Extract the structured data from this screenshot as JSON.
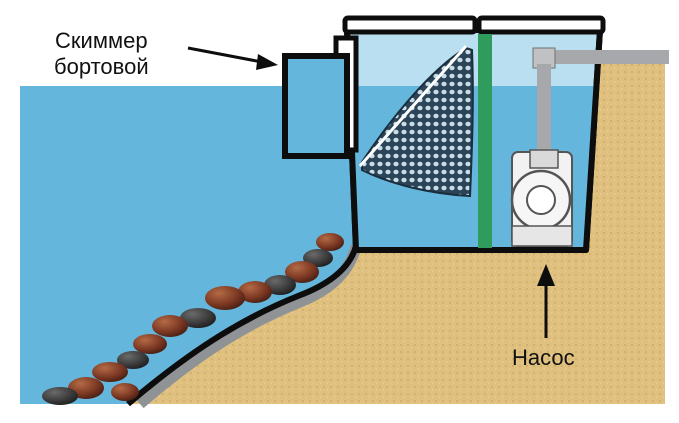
{
  "labels": {
    "skimmer_line1": "Скиммер",
    "skimmer_line2": "бортовой",
    "pump": "Насос"
  },
  "colors": {
    "water": "#65b6dc",
    "sand": "#dfc07e",
    "rock": "#7a3722",
    "outline": "#0d0d0d",
    "baffle": "#2f9b5d",
    "pipe": "#a6a8ab",
    "net": "#1a2e3d"
  },
  "icons": [
    "skimmer-box",
    "net-basket",
    "pump-icon",
    "pipe",
    "arrow"
  ]
}
